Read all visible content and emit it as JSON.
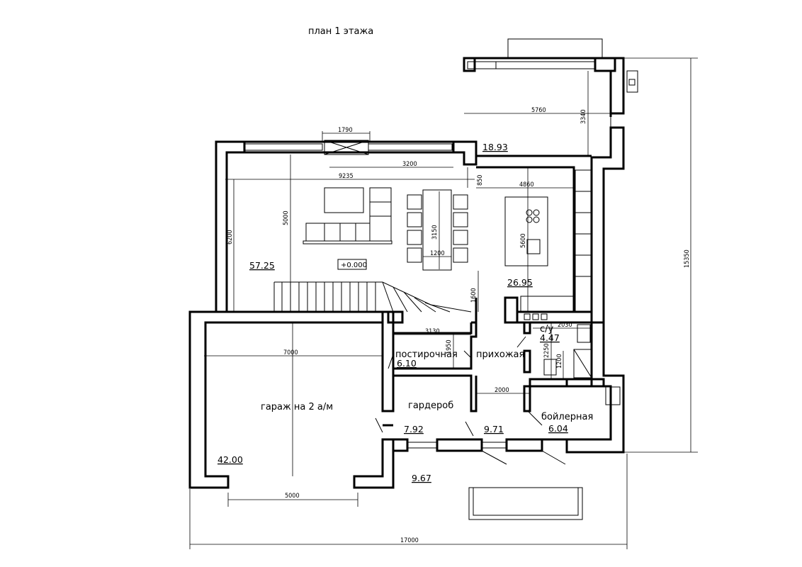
{
  "title": "план 1 этажа",
  "rooms": {
    "living": {
      "area": "57.25"
    },
    "kitchen": {
      "area": "26.95"
    },
    "terrace_top": {
      "area": "18.93"
    },
    "garage": {
      "name": "гараж на 2 а/м",
      "area": "42.00"
    },
    "laundry": {
      "name": "постирочная",
      "area": "6.10"
    },
    "hall": {
      "name": "прихожая",
      "area": "9.71"
    },
    "wardrobe": {
      "name": "гардероб",
      "area": "7.92"
    },
    "bathroom": {
      "name": "с/у",
      "area": "4.47"
    },
    "boiler": {
      "name": "бойлерная",
      "area": "6.04"
    },
    "porch": {
      "area": "9.67"
    }
  },
  "level_mark": "+0.000",
  "dimensions": {
    "d1790": "1790",
    "d3200": "3200",
    "d9235": "9235",
    "d850": "850",
    "d4860": "4860",
    "d5760": "5760",
    "d3340": "3340",
    "d6200": "6200",
    "d5000v": "5000",
    "d3150": "3150",
    "d1200a": "1200",
    "d5600": "5600",
    "d1600": "1600",
    "d3130": "3130",
    "d1950": "1950",
    "d7000": "7000",
    "d2000": "2000",
    "d2030": "2030",
    "d2250": "2250",
    "d1200b": "1200",
    "d5000h": "5000",
    "d17000": "17000",
    "d15350": "15350"
  }
}
